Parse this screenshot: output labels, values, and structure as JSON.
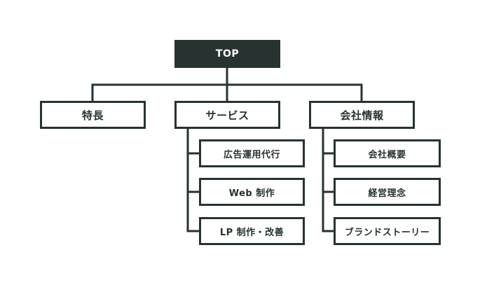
{
  "sitemap": {
    "root": {
      "label": "TOP"
    },
    "sections": [
      {
        "label": "特長",
        "children": []
      },
      {
        "label": "サービス",
        "children": [
          "広告運用代行",
          "Web 制作",
          "LP 制作・改善"
        ]
      },
      {
        "label": "会社情報",
        "children": [
          "会社概要",
          "経営理念",
          "ブランドストーリー"
        ]
      }
    ]
  },
  "colors": {
    "node_border": "#263330",
    "root_fill": "#263330",
    "root_text": "#ffffff",
    "background": "#ffffff"
  }
}
